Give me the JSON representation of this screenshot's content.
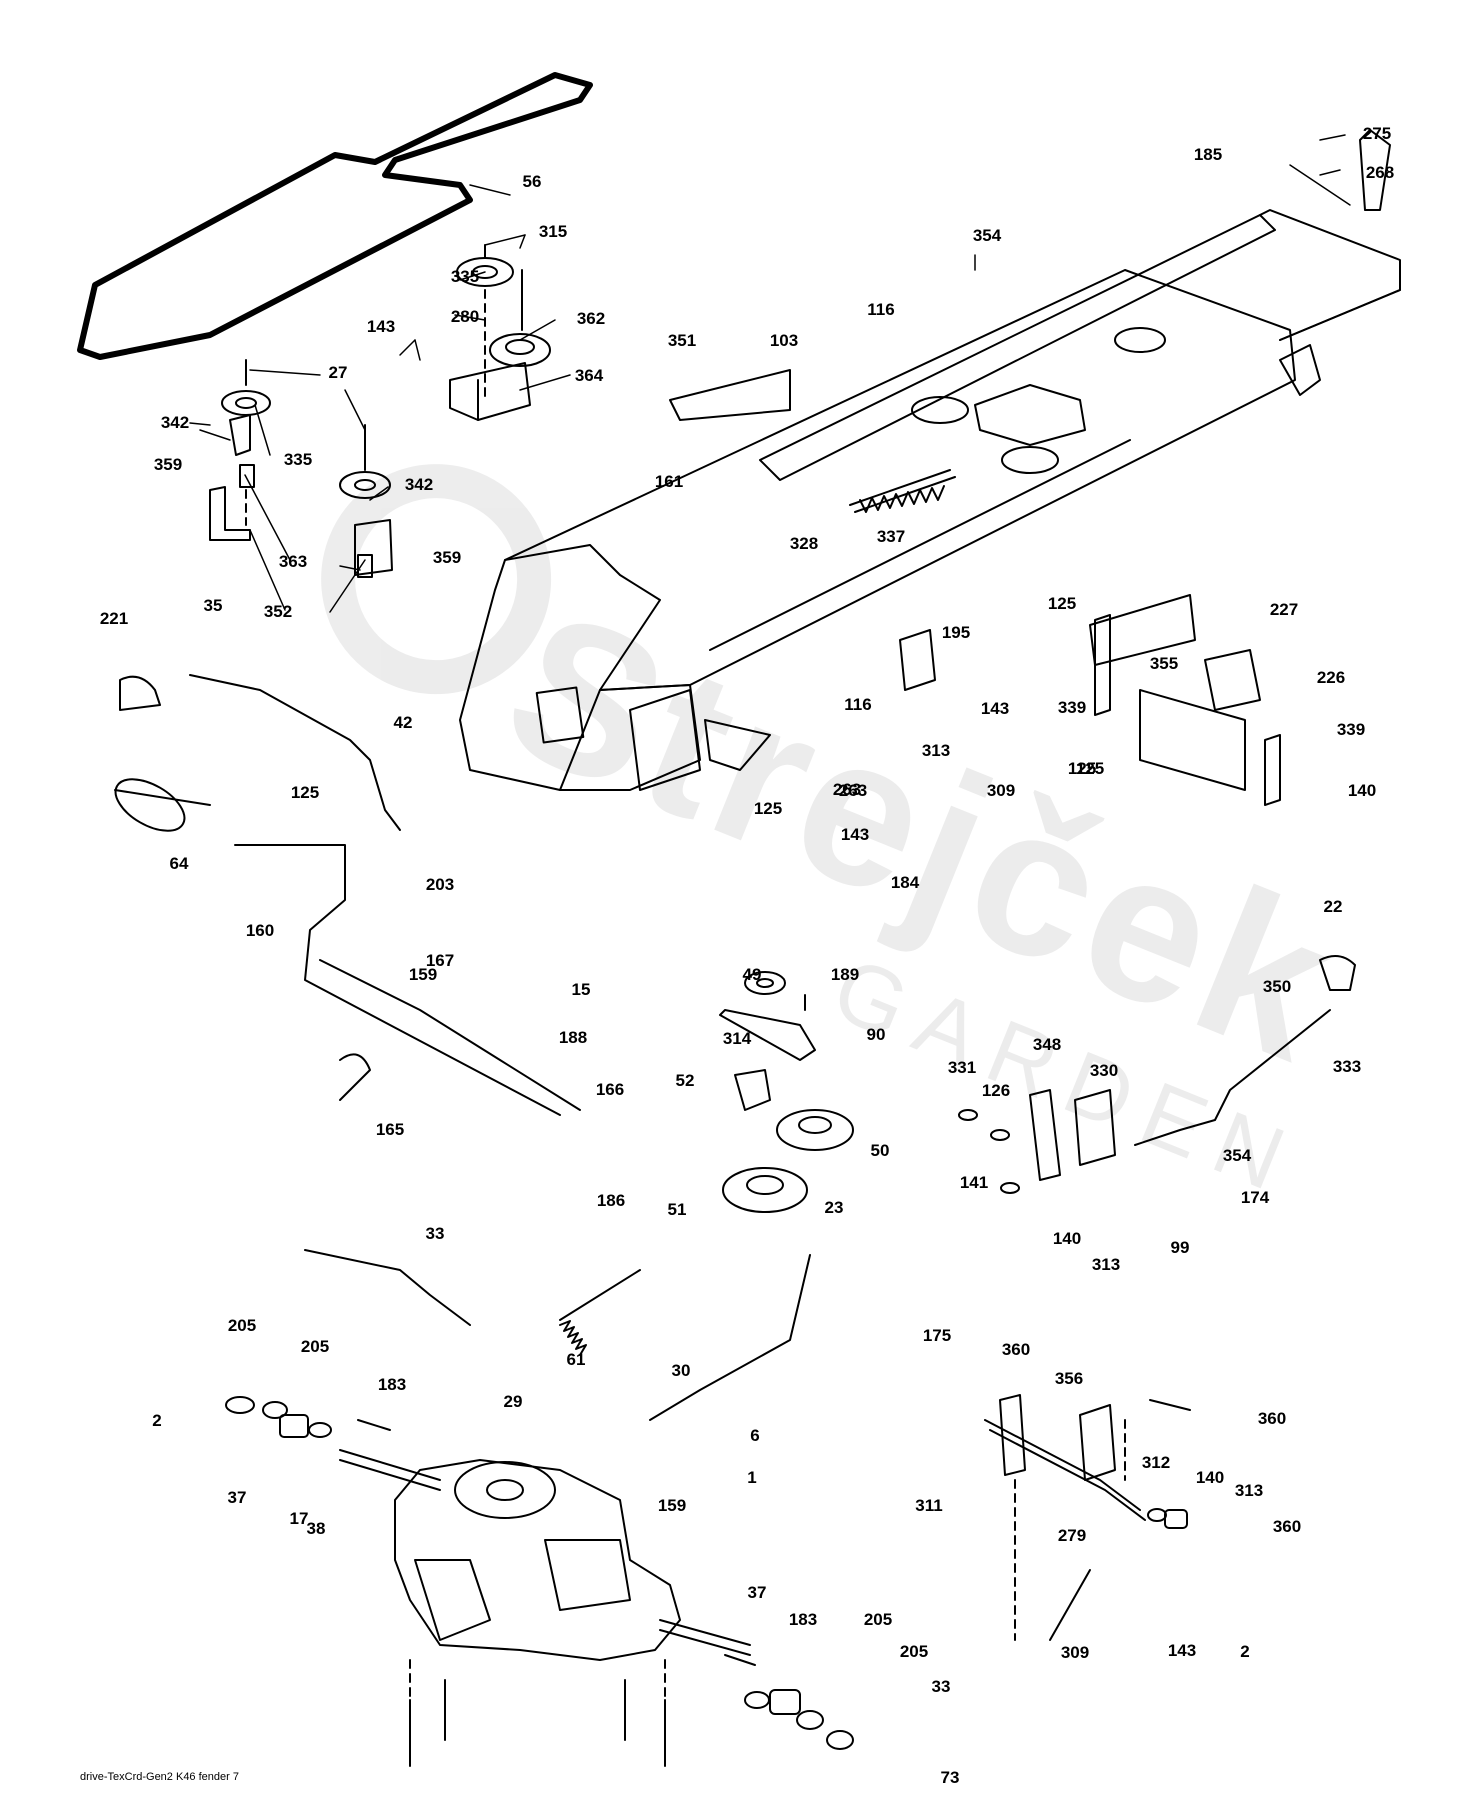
{
  "diagram": {
    "type": "exploded parts diagram",
    "colors": {
      "line": "#000000",
      "background": "#ffffff"
    },
    "watermark": {
      "name": "Strejček",
      "sub": "GARDEN"
    },
    "reference_code": "drive-TexCrd-Gen2  K46  fender  7",
    "callouts": [
      "56",
      "315",
      "335",
      "280",
      "362",
      "143",
      "364",
      "27",
      "342",
      "335",
      "359",
      "342",
      "363",
      "352",
      "359",
      "263",
      "275",
      "268",
      "185",
      "354",
      "116",
      "351",
      "103",
      "161",
      "337",
      "328",
      "125",
      "227",
      "195",
      "355",
      "226",
      "339",
      "339",
      "125",
      "116",
      "143",
      "263",
      "125",
      "125",
      "140",
      "313",
      "309",
      "143",
      "184",
      "221",
      "35",
      "125",
      "42",
      "64",
      "160",
      "203",
      "167",
      "159",
      "15",
      "188",
      "165",
      "166",
      "186",
      "49",
      "189",
      "314",
      "90",
      "52",
      "50",
      "51",
      "23",
      "22",
      "350",
      "333",
      "331",
      "348",
      "330",
      "126",
      "354",
      "174",
      "141",
      "140",
      "313",
      "99",
      "33",
      "205",
      "205",
      "2",
      "183",
      "37",
      "17",
      "61",
      "29",
      "30",
      "6",
      "159",
      "1",
      "38",
      "175",
      "360",
      "356",
      "360",
      "311",
      "312",
      "140",
      "313",
      "360",
      "279",
      "309",
      "143",
      "2",
      "37",
      "183",
      "205",
      "205",
      "33",
      "73"
    ]
  }
}
